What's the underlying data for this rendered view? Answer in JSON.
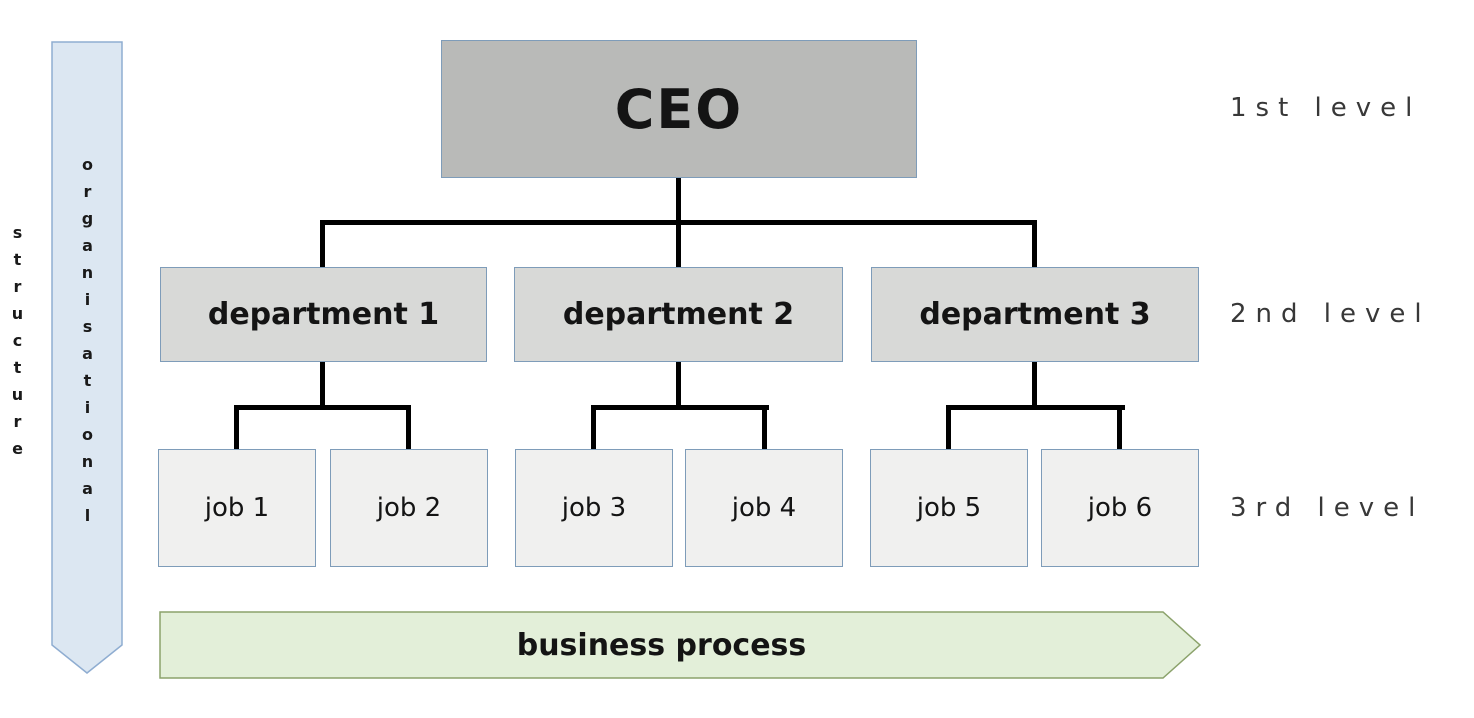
{
  "colors": {
    "box_border": "#7e9cb9",
    "ceo_fill": "#b9bab8",
    "dept_fill": "#d8d9d7",
    "job_fill": "#f0f0ef",
    "org_arrow_fill": "#dce7f2",
    "org_arrow_border": "#8fadd1",
    "process_fill": "#e3efd9",
    "process_border": "#8ba26b",
    "connector": "#000000",
    "level_label_color": "#383838",
    "node_text_color": "#141414"
  },
  "org_axis_arrow": {
    "label": "organisational structure"
  },
  "nodes": {
    "root": {
      "label": "CEO",
      "level": 1
    },
    "departments": [
      {
        "label": "department 1",
        "level": 2,
        "parent": "CEO"
      },
      {
        "label": "department 2",
        "level": 2,
        "parent": "CEO"
      },
      {
        "label": "department 3",
        "level": 2,
        "parent": "CEO"
      }
    ],
    "jobs": [
      {
        "label": "job 1",
        "level": 3,
        "parent": "department 1"
      },
      {
        "label": "job 2",
        "level": 3,
        "parent": "department 1"
      },
      {
        "label": "job 3",
        "level": 3,
        "parent": "department 2"
      },
      {
        "label": "job 4",
        "level": 3,
        "parent": "department 2"
      },
      {
        "label": "job 5",
        "level": 3,
        "parent": "department 3"
      },
      {
        "label": "job 6",
        "level": 3,
        "parent": "department 3"
      }
    ]
  },
  "level_labels": [
    {
      "label": "1st level"
    },
    {
      "label": "2nd level"
    },
    {
      "label": "3rd level"
    }
  ],
  "process_arrow": {
    "label": "business process"
  }
}
